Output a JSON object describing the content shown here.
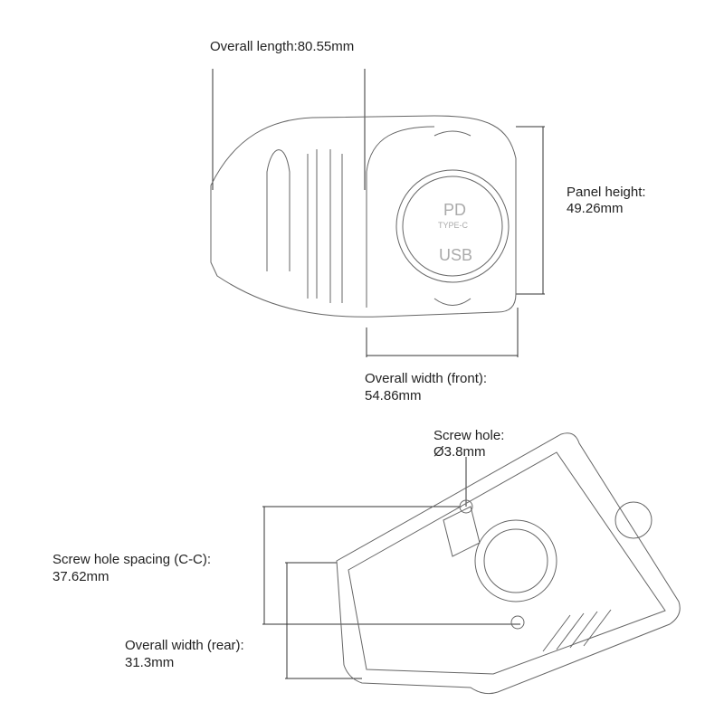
{
  "dimensions": {
    "overall_length": "Overall length:80.55mm",
    "panel_height_label": "Panel height:",
    "panel_height_value": "49.26mm",
    "front_width_label": "Overall width (front):",
    "front_width_value": "54.86mm",
    "screw_hole_label": "Screw hole:",
    "screw_hole_value": "Ø3.8mm",
    "screw_spacing_label": "Screw hole spacing (C-C):",
    "screw_spacing_value": "37.62mm",
    "rear_width_label": "Overall width (rear):",
    "rear_width_value": "31.3mm"
  },
  "socket_markings": {
    "pd": "PD",
    "type_c": "TYPE-C",
    "usb": "USB"
  }
}
